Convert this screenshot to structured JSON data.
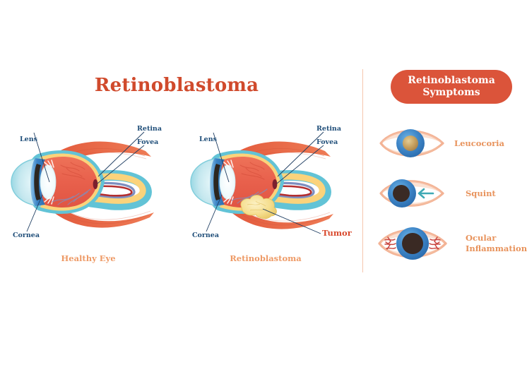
{
  "title": "Retinoblastoma",
  "colors": {
    "title": "#D04A2C",
    "badge_bg": "#DB543A",
    "anatomy_label": "#1F4E79",
    "caption": "#EE9A66",
    "symptom_label": "#E8935C",
    "tumor_label": "#D94A2E",
    "divider": "#F6C6AD",
    "sclera_outer": "#62C3D6",
    "retina_red": "#E8604C",
    "choroid_yellow": "#FBD37B",
    "muscle_orange": "#E2593C",
    "cornea_teal": "#BDE6EC",
    "iris_blue": "#3B84C6",
    "lens_white": "#F2FBFD",
    "tumor_yellow": "#F5DE8E",
    "vessel_blue": "#7E8FC0",
    "arrow_teal": "#3FA9B5",
    "eyelid_peach": "#F5B99A",
    "pupil_dark": "#3A2A24",
    "leucocoria_pupil": "#C9A361",
    "vessel_red": "#C9453F"
  },
  "diagrams": [
    {
      "id": "healthy-eye",
      "caption": "Healthy Eye",
      "labels": [
        {
          "name": "lens",
          "text": "Lens"
        },
        {
          "name": "cornea",
          "text": "Cornea"
        },
        {
          "name": "retina",
          "text": "Retina"
        },
        {
          "name": "fovea",
          "text": "Fovea"
        }
      ]
    },
    {
      "id": "retinoblastoma-eye",
      "caption": "Retinoblastoma",
      "labels": [
        {
          "name": "lens",
          "text": "Lens"
        },
        {
          "name": "cornea",
          "text": "Cornea"
        },
        {
          "name": "retina",
          "text": "Retina"
        },
        {
          "name": "fovea",
          "text": "Fovea"
        },
        {
          "name": "tumor",
          "text": "Tumor"
        }
      ]
    }
  ],
  "symptoms_panel": {
    "badge_line1": "Retinoblastoma",
    "badge_line2": "Symptoms",
    "items": [
      {
        "id": "leucocoria",
        "label": "Leucocoria",
        "label_line1": "Leucocoria",
        "label_line2": ""
      },
      {
        "id": "squint",
        "label": "Squint",
        "label_line1": "Squint",
        "label_line2": ""
      },
      {
        "id": "ocular-inflammation",
        "label": "Ocular Inflammation",
        "label_line1": "Ocular",
        "label_line2": "Inflammation"
      }
    ]
  }
}
